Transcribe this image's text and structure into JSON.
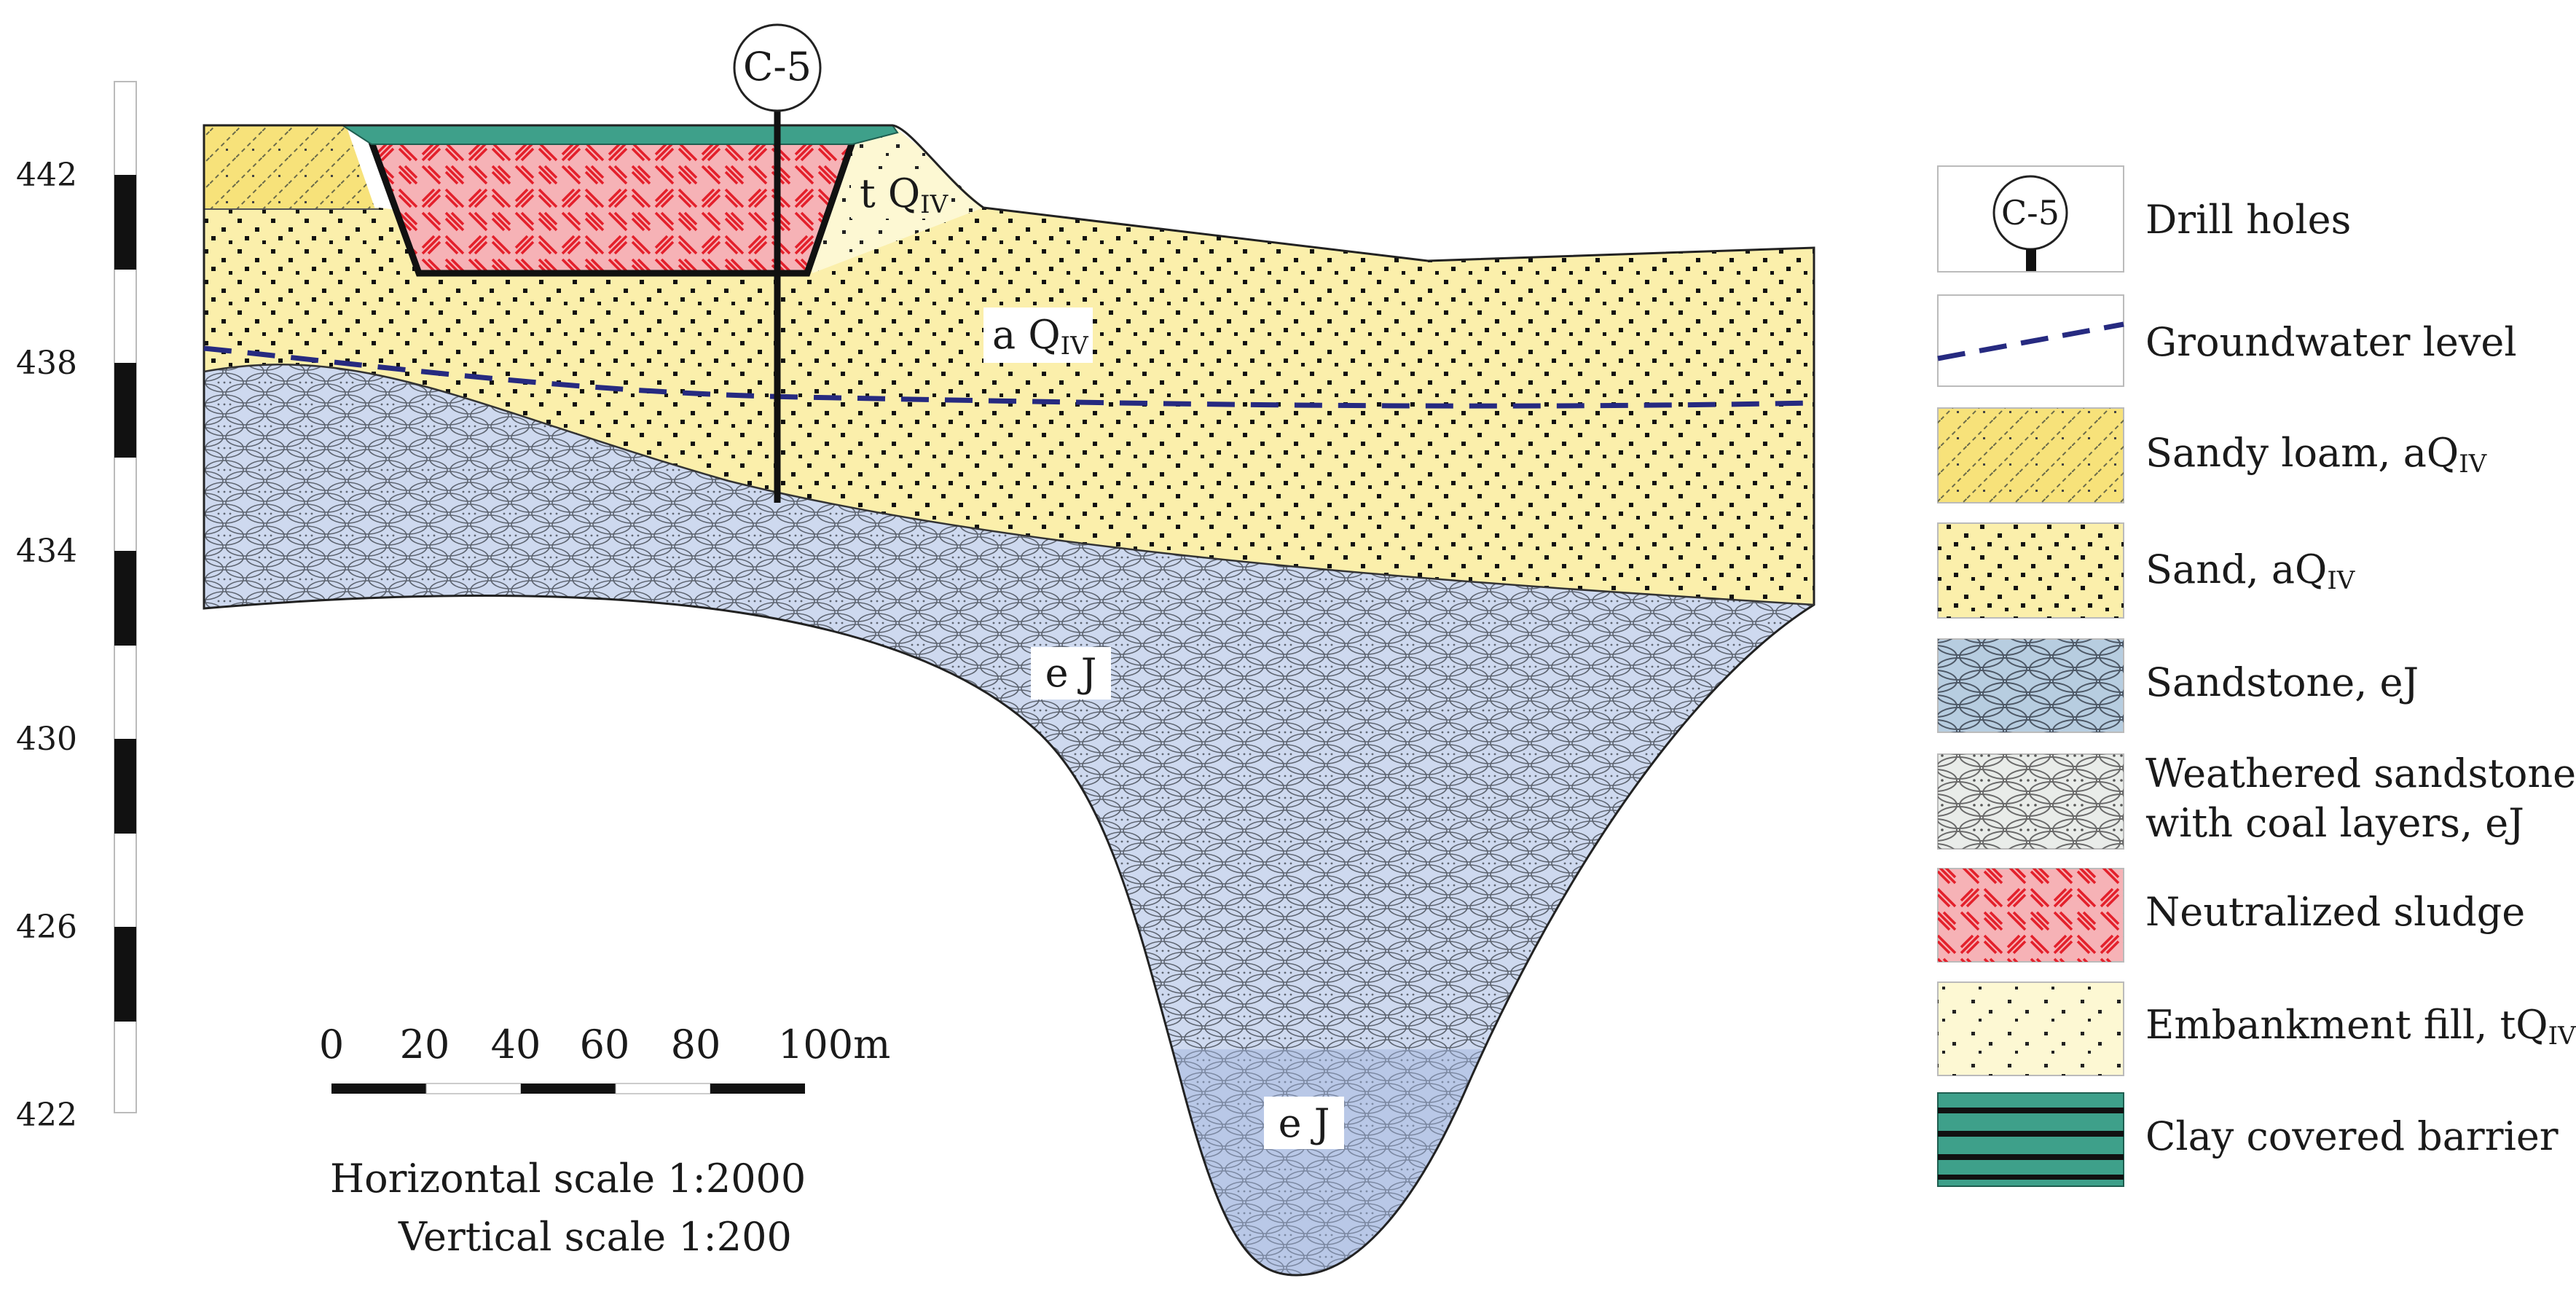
{
  "elevation_axis": {
    "ticks": [
      {
        "value": 442,
        "label": "442"
      },
      {
        "value": 438,
        "label": "438"
      },
      {
        "value": 434,
        "label": "434"
      },
      {
        "value": 430,
        "label": "430"
      },
      {
        "value": 426,
        "label": "426"
      },
      {
        "value": 422,
        "label": "422"
      }
    ]
  },
  "section": {
    "drill_hole": "C-5",
    "labels": {
      "embankment": {
        "main": "t Q",
        "sub": "IV"
      },
      "sand": {
        "main": "a Q",
        "sub": "IV"
      },
      "sandstone_upper": "e J",
      "sandstone_lower": "e J"
    }
  },
  "scale_bar": {
    "ticks": [
      "0",
      "20",
      "40",
      "60",
      "80",
      "100m"
    ],
    "horizontal": "Horizontal scale 1:2000",
    "vertical": "Vertical scale 1:200"
  },
  "legend": {
    "drill_symbol": "C-5",
    "items": [
      {
        "key": "drill",
        "label": "Drill holes",
        "sub": ""
      },
      {
        "key": "gw",
        "label": "Groundwater level",
        "sub": ""
      },
      {
        "key": "sandy_loam",
        "label": "Sandy loam, aQ",
        "sub": "IV"
      },
      {
        "key": "sand",
        "label": "Sand, aQ",
        "sub": "IV"
      },
      {
        "key": "sandstone",
        "label": "Sandstone, eJ",
        "sub": ""
      },
      {
        "key": "weathered",
        "label": "Weathered sandstone",
        "label2": "with coal layers, eJ",
        "sub": ""
      },
      {
        "key": "sludge",
        "label": "Neutralized sludge",
        "sub": ""
      },
      {
        "key": "fill",
        "label": "Embankment fill, tQ",
        "sub": "IV"
      },
      {
        "key": "clay",
        "label": "Clay covered barrier",
        "sub": ""
      }
    ]
  },
  "colors": {
    "sand": "#fbefab",
    "sandy_loam": "#f7e27a",
    "sandstone": "#ced9ef",
    "sandstone_legend": "#b7cde0",
    "weathered": "#e9ece9",
    "sludge": "#f6b2b6",
    "sludge_hatch": "#e3202b",
    "fill": "#fdf8d3",
    "clay": "#3ea08a",
    "groundwater": "#262a80"
  }
}
